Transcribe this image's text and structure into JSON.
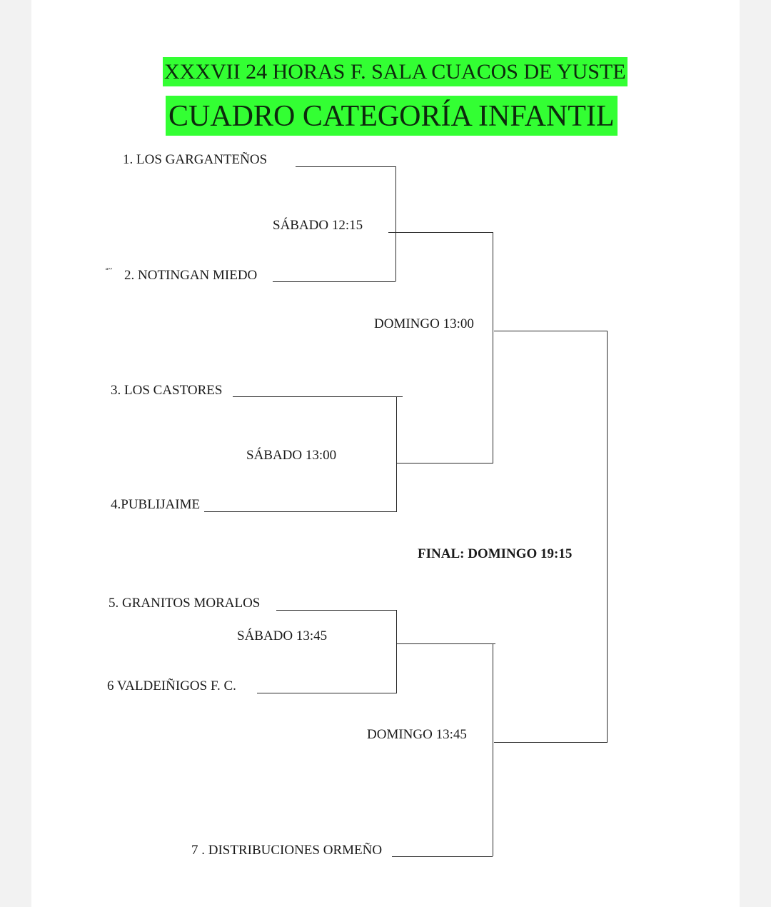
{
  "header": {
    "title": "XXXVII 24 HORAS F. SALA CUACOS DE YUSTE",
    "subtitle": "CUADRO CATEGORÍA INFANTIL",
    "highlight_color": "#33ff33"
  },
  "teams": [
    "1. LOS GARGANTEÑOS",
    "2. NOTINGAN MIEDO",
    "3. LOS CASTORES",
    "4.PUBLIJAIME",
    "5. GRANITOS MORALOS",
    "6  VALDEIÑIGOS F. C.",
    "7 . DISTRIBUCIONES ORMEÑO"
  ],
  "stray_mark": "ª’’",
  "matches": {
    "m1": "SÁBADO 12:15",
    "m2": "SÁBADO 13:00",
    "m3": "SÁBADO 13:45",
    "semi1": "DOMINGO 13:00",
    "semi2": "DOMINGO 13:45",
    "final": "FINAL:  DOMINGO 19:15"
  }
}
